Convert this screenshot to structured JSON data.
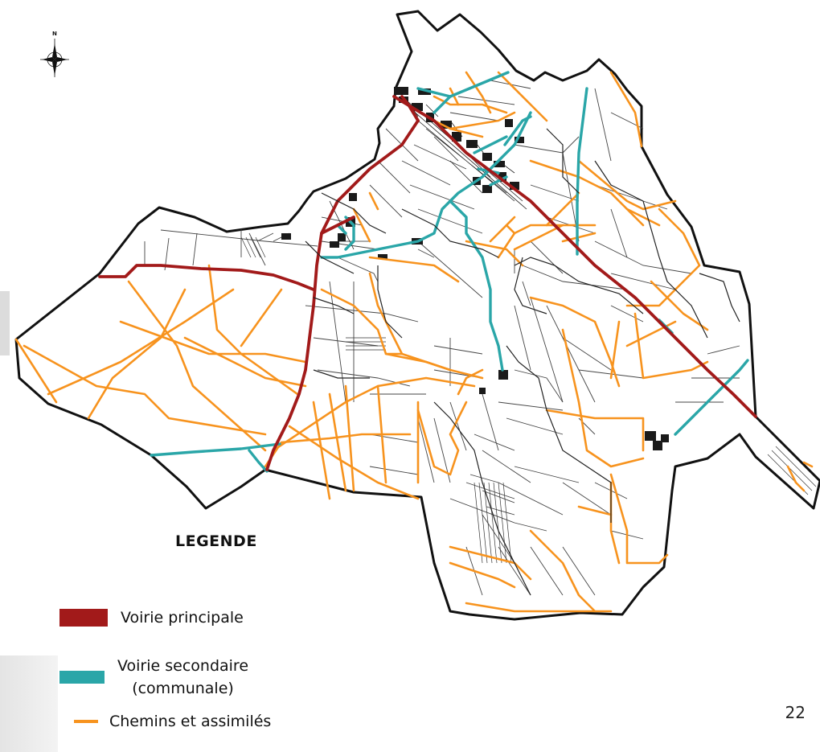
{
  "compass": {
    "label": "N"
  },
  "legend": {
    "title": "LEGENDE",
    "items": [
      {
        "label": "Voirie principale",
        "color": "#a21a1a"
      },
      {
        "label_line1": "Voirie secondaire",
        "label_line2": "(communale)",
        "color": "#2aa6a8"
      },
      {
        "label": "Chemins et assimilés",
        "color": "#f7931e"
      }
    ]
  },
  "colors": {
    "boundary": "#111111",
    "parcel": "#333333",
    "built": "#1a1a1a"
  },
  "page_number": "22"
}
